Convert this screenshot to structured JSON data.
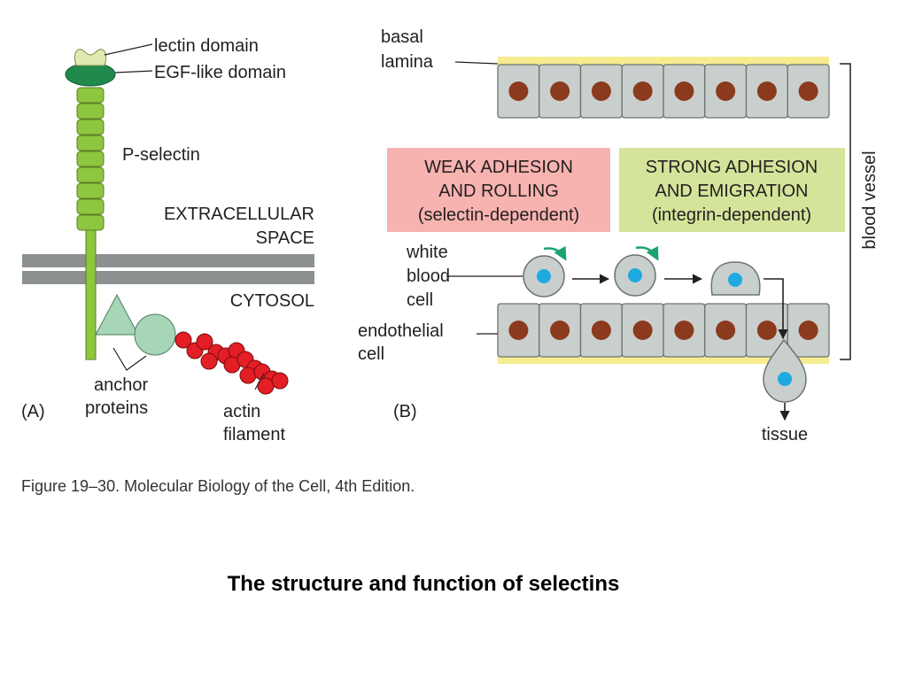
{
  "panel_a": {
    "label": "(A)",
    "lectin_domain": "lectin domain",
    "egf_domain": "EGF-like domain",
    "p_selectin": "P-selectin",
    "extracellular_line1": "EXTRACELLULAR",
    "extracellular_line2": "SPACE",
    "cytosol": "CYTOSOL",
    "anchor_line1": "anchor",
    "anchor_line2": "proteins",
    "actin_line1": "actin",
    "actin_line2": "filament"
  },
  "panel_b": {
    "label": "(B)",
    "basal_line1": "basal",
    "basal_line2": "lamina",
    "weak_box": {
      "line1": "WEAK ADHESION",
      "line2": "AND ROLLING",
      "line3": "(selectin-dependent)"
    },
    "strong_box": {
      "line1": "STRONG ADHESION",
      "line2": "AND EMIGRATION",
      "line3": "(integrin-dependent)"
    },
    "wbc_line1": "white",
    "wbc_line2": "blood",
    "wbc_line3": "cell",
    "endo_line1": "endothelial",
    "endo_line2": "cell",
    "tissue": "tissue",
    "blood_vessel": "blood vessel"
  },
  "caption": "Figure 19–30. Molecular Biology of the Cell, 4th Edition.",
  "title": "The structure and function of selectins",
  "colors": {
    "lectin": "#dfe9b0",
    "egf": "#1f8a4c",
    "selectin": "#8dc63f",
    "membrane": "#8c9190",
    "anchor": "#a6d5b8",
    "actin": "#e31e24",
    "cell_fill": "#c9cfcd",
    "nucleus": "#8b3a1e",
    "lamina": "#f6ec8f",
    "wbc_nucleus": "#1fa9e1",
    "weak_box": "#f7b3b0",
    "strong_box": "#d4e49a",
    "rolling_arrow": "#1aa36f"
  }
}
